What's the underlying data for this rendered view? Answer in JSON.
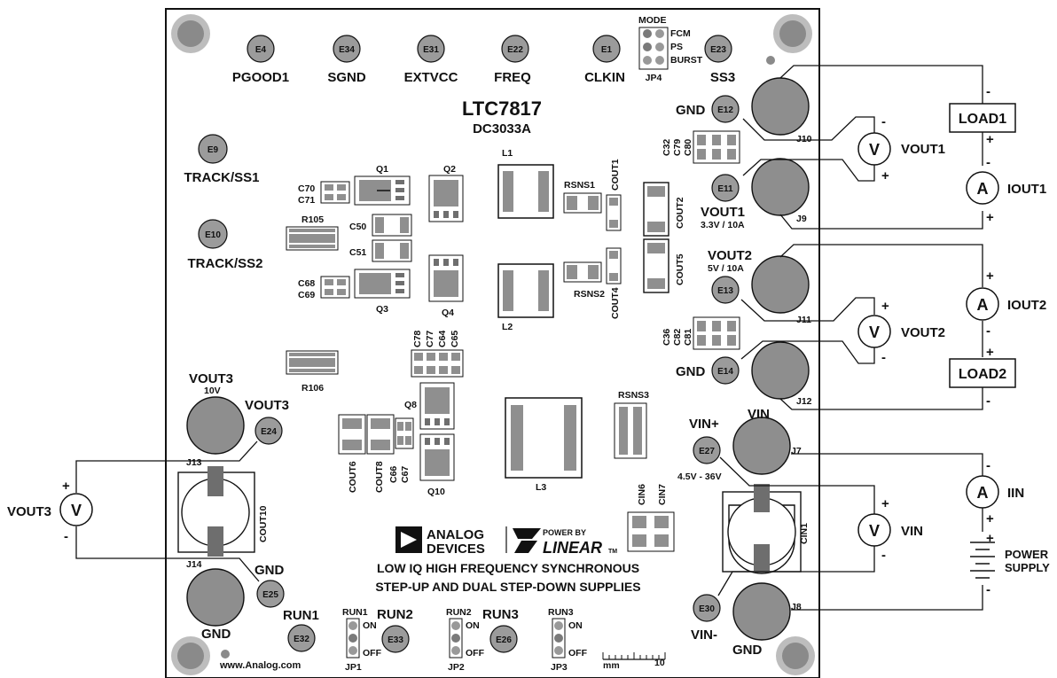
{
  "board": {
    "part_number": "LTC7817",
    "board_number": "DC3033A",
    "description_line1": "LOW IQ HIGH FREQUENCY SYNCHRONOUS",
    "description_line2": "STEP-UP AND DUAL STEP-DOWN SUPPLIES",
    "website": "www.Analog.com",
    "brand_analog_line1": "ANALOG",
    "brand_analog_line2": "DEVICES",
    "brand_power_by": "POWER BY",
    "brand_linear": "LINEAR",
    "brand_tm": "TM"
  },
  "testpoints": {
    "e4": {
      "id": "E4",
      "name": "PGOOD1"
    },
    "e34": {
      "id": "E34",
      "name": "SGND"
    },
    "e31": {
      "id": "E31",
      "name": "EXTVCC"
    },
    "e22": {
      "id": "E22",
      "name": "FREQ"
    },
    "e1": {
      "id": "E1",
      "name": "CLKIN"
    },
    "e23": {
      "id": "E23",
      "name": "SS3"
    },
    "e9": {
      "id": "E9",
      "name": "TRACK/SS1"
    },
    "e10": {
      "id": "E10",
      "name": "TRACK/SS2"
    },
    "e12": {
      "id": "E12",
      "name": "GND"
    },
    "e11": {
      "id": "E11",
      "name": "VOUT1",
      "spec": "3.3V / 10A"
    },
    "e13": {
      "id": "E13",
      "name": "VOUT2",
      "spec": "5V / 10A"
    },
    "e14": {
      "id": "E14",
      "name": "GND"
    },
    "e27": {
      "id": "E27",
      "name": "VIN+",
      "spec": "4.5V - 36V"
    },
    "e30": {
      "id": "E30",
      "name": "VIN-"
    },
    "e24": {
      "id": "E24",
      "name": "VOUT3"
    },
    "e25": {
      "id": "E25",
      "name": "GND"
    },
    "e32": {
      "id": "E32",
      "name": "RUN1"
    },
    "e33": {
      "id": "E33",
      "name": "RUN2"
    },
    "e26": {
      "id": "E26",
      "name": "RUN3"
    }
  },
  "jacks": {
    "j10": "J10",
    "j9": "J9",
    "j11": "J11",
    "j12": "J12",
    "j7": "J7",
    "j8": "J8",
    "j13": "J13",
    "j14": "J14",
    "j7_name": "VIN",
    "j8_name": "GND",
    "j13_name": "VOUT3",
    "j13_spec": "10V",
    "j14_name": "GND"
  },
  "jumpers": {
    "jp4": {
      "ref": "JP4",
      "title": "MODE",
      "opt1": "FCM",
      "opt2": "PS",
      "opt3": "BURST"
    },
    "jp1": {
      "ref": "JP1",
      "title": "RUN1",
      "on": "ON",
      "off": "OFF"
    },
    "jp2": {
      "ref": "JP2",
      "title": "RUN2",
      "on": "ON",
      "off": "OFF"
    },
    "jp3": {
      "ref": "JP3",
      "title": "RUN3",
      "on": "ON",
      "off": "OFF"
    }
  },
  "components": {
    "q1": "Q1",
    "q2": "Q2",
    "q3": "Q3",
    "q4": "Q4",
    "q8": "Q8",
    "q10": "Q10",
    "l1": "L1",
    "l2": "L2",
    "l3": "L3",
    "rsns1": "RSNS1",
    "rsns2": "RSNS2",
    "rsns3": "RSNS3",
    "cout1": "COUT1",
    "cout2": "COUT2",
    "cout4": "COUT4",
    "cout5": "COUT5",
    "cout6": "COUT6",
    "cout8": "COUT8",
    "cout10": "COUT10",
    "cin1": "CIN1",
    "cin6": "CIN6",
    "cin7": "CIN7",
    "c70": "C70",
    "c71": "C71",
    "c50": "C50",
    "c51": "C51",
    "c68": "C68",
    "c69": "C69",
    "c78": "C78",
    "c77": "C77",
    "c64": "C64",
    "c65": "C65",
    "c66": "C66",
    "c67": "C67",
    "c32": "C32",
    "c79": "C79",
    "c80": "C80",
    "c36": "C36",
    "c82": "C82",
    "c81": "C81",
    "r105": "R105",
    "r106": "R106"
  },
  "external": {
    "load1": "LOAD1",
    "load2": "LOAD2",
    "meter_v": "V",
    "meter_a": "A",
    "vout1": "VOUT1",
    "iout1": "IOUT1",
    "vout2": "VOUT2",
    "iout2": "IOUT2",
    "vout3": "VOUT3",
    "vin": "VIN",
    "iin": "IIN",
    "power_supply_line1": "POWER",
    "power_supply_line2": "SUPPLY",
    "plus": "+",
    "minus": "-"
  },
  "scale": {
    "unit": "mm",
    "max": "10"
  }
}
